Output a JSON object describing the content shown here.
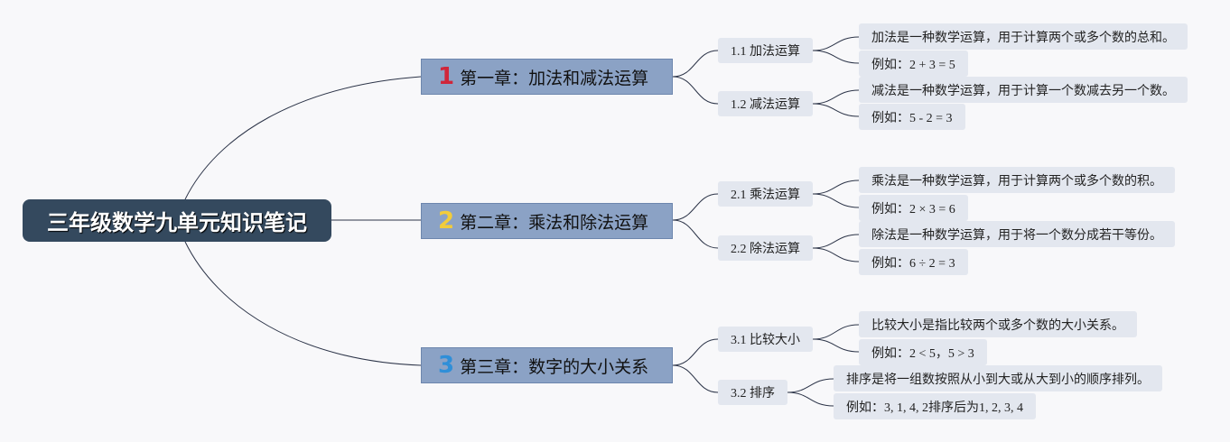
{
  "root": {
    "title": "三年级数学九单元知识笔记"
  },
  "colors": {
    "num1": "#d0263a",
    "num2": "#f2cc3a",
    "num3": "#2f8fd8",
    "line": "#2c3448"
  },
  "chapters": [
    {
      "number": "1",
      "title": "第一章：加法和减法运算",
      "subs": [
        {
          "label": "1.1 加法运算",
          "leaves": [
            "加法是一种数学运算，用于计算两个或多个数的总和。",
            "例如：2 + 3 = 5"
          ]
        },
        {
          "label": "1.2 减法运算",
          "leaves": [
            "减法是一种数学运算，用于计算一个数减去另一个数。",
            "例如：5 - 2 = 3"
          ]
        }
      ]
    },
    {
      "number": "2",
      "title": "第二章：乘法和除法运算",
      "subs": [
        {
          "label": "2.1 乘法运算",
          "leaves": [
            "乘法是一种数学运算，用于计算两个或多个数的积。",
            "例如：2 × 3 = 6"
          ]
        },
        {
          "label": "2.2 除法运算",
          "leaves": [
            "除法是一种数学运算，用于将一个数分成若干等份。",
            "例如：6 ÷ 2 = 3"
          ]
        }
      ]
    },
    {
      "number": "3",
      "title": "第三章：数字的大小关系",
      "subs": [
        {
          "label": "3.1 比较大小",
          "leaves": [
            "比较大小是指比较两个或多个数的大小关系。",
            "例如：2 < 5，5 > 3"
          ]
        },
        {
          "label": "3.2 排序",
          "leaves": [
            "排序是将一组数按照从小到大或从大到小的顺序排列。",
            "例如：3, 1, 4, 2排序后为1, 2, 3, 4"
          ]
        }
      ]
    }
  ]
}
